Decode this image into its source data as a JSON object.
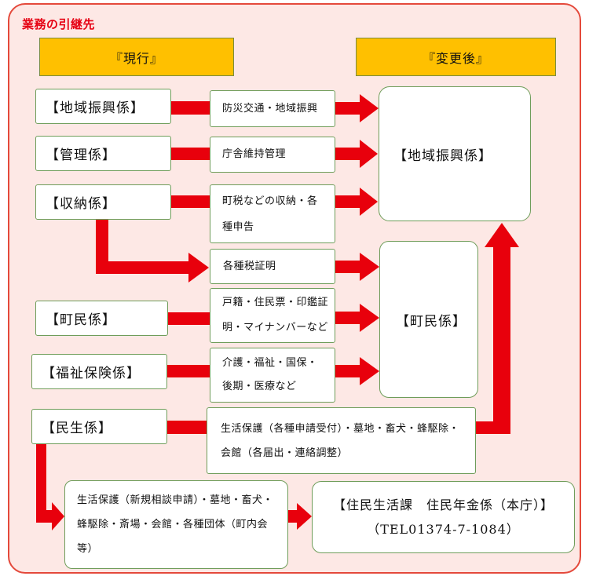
{
  "title": "業務の引継先",
  "headers": {
    "current": "『現行』",
    "after": "『変更後』"
  },
  "current": {
    "chiiki": "【地域振興係】",
    "kanri": "【管理係】",
    "shuno": "【収納係】",
    "chomin": "【町民係】",
    "fukushi": "【福祉保険係】",
    "minsei": "【民生係】"
  },
  "duties": {
    "bosai": [
      "防災交通・地域振興"
    ],
    "chosha": [
      "庁舎維持管理"
    ],
    "chozei": [
      "町税などの収納・各",
      "種申告"
    ],
    "zeishomei": [
      "各種税証明"
    ],
    "koseki": [
      "戸籍・住民票・印鑑証",
      "明・マイナンバーなど"
    ],
    "kaigo": [
      "介護・福祉・国保・",
      "後期・医療など"
    ],
    "seikatsu": [
      "生活保護（各種申請受付）・墓地・畜犬・蜂駆除・",
      "会館（各届出・連絡調整）"
    ],
    "transferred": [
      "生活保護（新規相談申請）・墓地・畜犬・",
      "蜂駆除・斎場・会館・各種団体（町内会",
      "等）"
    ]
  },
  "after": {
    "chiiki": "【地域振興係】",
    "chomin": "【町民係】",
    "honcho": {
      "name": "【住民生活課　住民年金係（本庁）】",
      "tel": "（TEL01374-7-1084）"
    }
  },
  "colors": {
    "panel_bg": "#fde8e5",
    "panel_border": "#e4493b",
    "title": "#e60012",
    "header_fill": "#ffc000",
    "header_border": "#7a8c3e",
    "box_border": "#6f9d5a",
    "arrow": "#e8000c"
  }
}
